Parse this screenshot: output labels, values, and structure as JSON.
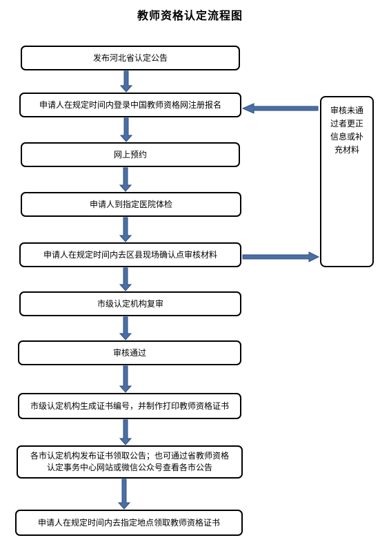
{
  "title": "教师资格认定流程图",
  "steps": [
    {
      "text": "发布河北省认定公告"
    },
    {
      "text": "申请人在规定时间内登录中国教师资格网注册报名"
    },
    {
      "text": "网上预约"
    },
    {
      "text": "申请人到指定医院体检"
    },
    {
      "text": "申请人在规定时间内去区县现场确认点审核材料"
    },
    {
      "text": "市级认定机构复审"
    },
    {
      "text": "审核通过"
    },
    {
      "text": "市级认定机构生成证书编号，并制作打印教师资格证书"
    },
    {
      "line1": "各市认定机构发布证书领取公告；也可通过省教师资格",
      "line2": "认定事务中心网站或微信公众号查看各市公告"
    },
    {
      "text": "申请人在规定时间内去指定地点领取教师资格证书"
    }
  ],
  "side_note": "审核未通过者更正信息或补充材料",
  "colors": {
    "arrow_fill": "#4a6fa5",
    "arrow_stroke": "#2f4f7f",
    "border": "#000000"
  }
}
